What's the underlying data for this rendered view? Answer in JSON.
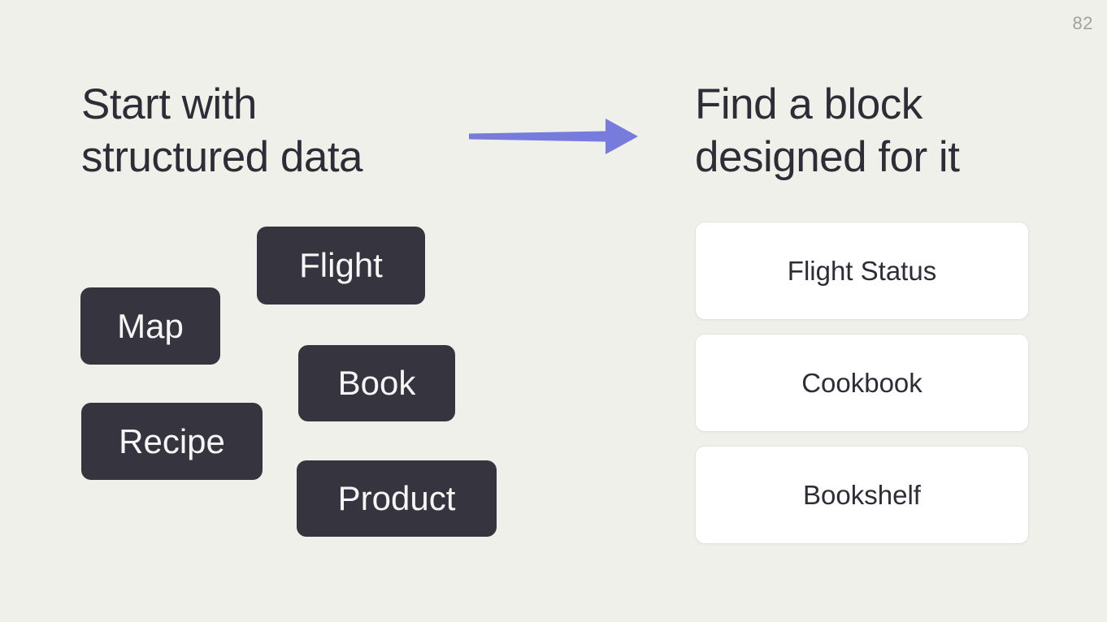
{
  "slide": {
    "page_number": "82",
    "left_heading": {
      "line1": "Start with",
      "line2": "structured data"
    },
    "right_heading": {
      "line1": "Find a block",
      "line2": "designed for it"
    },
    "data_tags": [
      {
        "label": "Flight"
      },
      {
        "label": "Map"
      },
      {
        "label": "Book"
      },
      {
        "label": "Recipe"
      },
      {
        "label": "Product"
      }
    ],
    "block_cards": [
      {
        "label": "Flight Status"
      },
      {
        "label": "Cookbook"
      },
      {
        "label": "Bookshelf"
      }
    ],
    "icons": {
      "arrow": "right-arrow-icon"
    },
    "colors": {
      "background": "#eef0e9",
      "heading_text": "#2e2d37",
      "tag_background": "#36353f",
      "tag_text": "#f6f6f6",
      "card_background": "#ffffff",
      "card_border": "#e3e4de",
      "card_text": "#2e2d37",
      "arrow": "#777bdb",
      "page_number": "#a2a29f"
    }
  }
}
